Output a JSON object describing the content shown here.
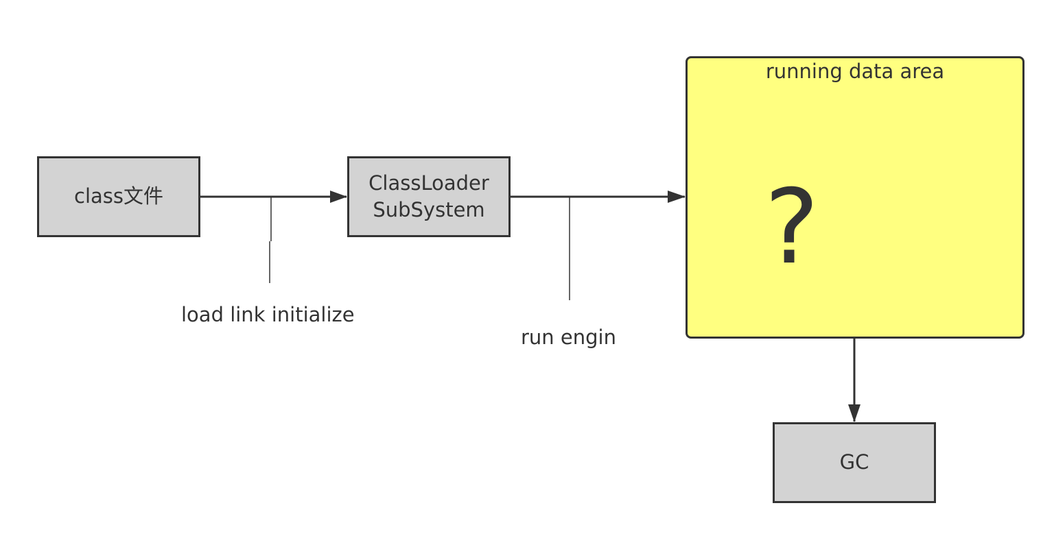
{
  "diagram": {
    "nodes": {
      "class_file": {
        "label": "class文件"
      },
      "classloader": {
        "line1": "ClassLoader",
        "line2": "SubSystem"
      },
      "runtime_area": {
        "title": "running data area",
        "placeholder": "?"
      },
      "gc": {
        "label": "GC"
      }
    },
    "edge_labels": {
      "load": "load link initialize",
      "run": "run engin"
    },
    "edges": [
      {
        "from": "class_file",
        "to": "classloader",
        "label": "load"
      },
      {
        "from": "classloader",
        "to": "runtime_area",
        "label": "run"
      },
      {
        "from": "runtime_area",
        "to": "gc"
      }
    ],
    "colors": {
      "stroke": "#333333",
      "box_fill": "#d3d3d3",
      "runtime_fill": "#ffff80",
      "background": "#ffffff"
    }
  }
}
